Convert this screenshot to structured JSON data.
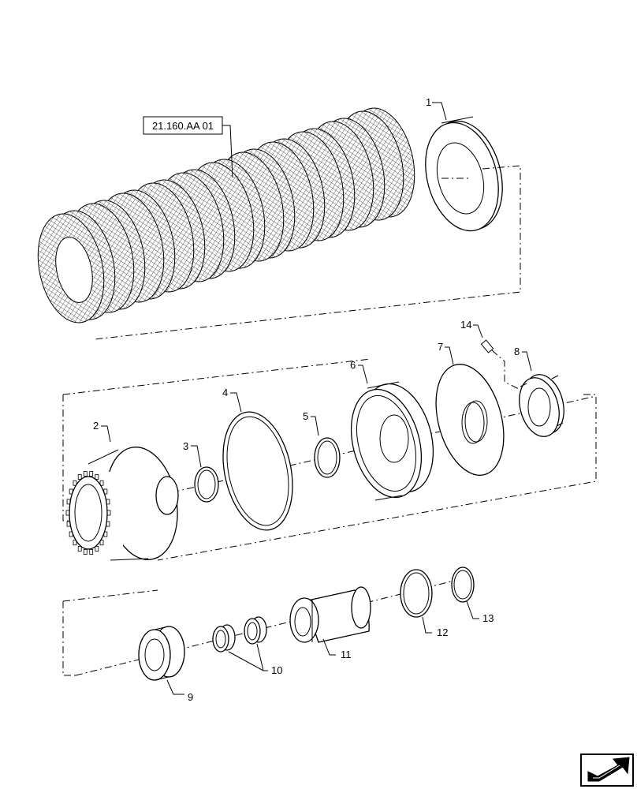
{
  "reference_label": "21.160.AA 01",
  "parts": [
    {
      "id": "p1",
      "number": "1"
    },
    {
      "id": "p2",
      "number": "2"
    },
    {
      "id": "p3",
      "number": "3"
    },
    {
      "id": "p4",
      "number": "4"
    },
    {
      "id": "p5",
      "number": "5"
    },
    {
      "id": "p6",
      "number": "6"
    },
    {
      "id": "p7",
      "number": "7"
    },
    {
      "id": "p8",
      "number": "8"
    },
    {
      "id": "p9",
      "number": "9"
    },
    {
      "id": "p10",
      "number": "10"
    },
    {
      "id": "p11",
      "number": "11"
    },
    {
      "id": "p12",
      "number": "12"
    },
    {
      "id": "p13",
      "number": "13"
    },
    {
      "id": "p14",
      "number": "14"
    }
  ],
  "nav_icon": "next-page-arrow-icon"
}
